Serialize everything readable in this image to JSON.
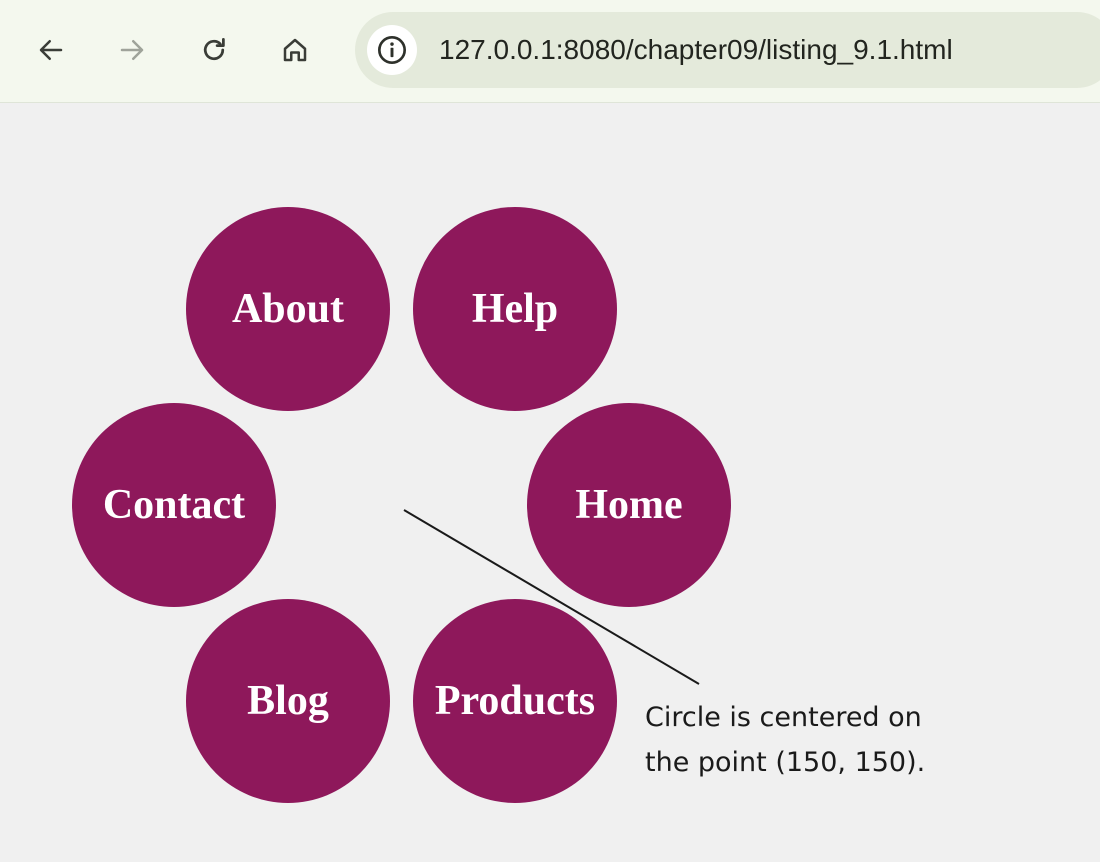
{
  "browser": {
    "url": "127.0.0.1:8080/chapter09/listing_9.1.html",
    "icons": {
      "back": "back-arrow-icon",
      "forward": "forward-arrow-icon",
      "reload": "reload-icon",
      "home": "home-icon",
      "site_info": "info-icon"
    }
  },
  "menu": {
    "color": "#8e185b",
    "items": [
      {
        "label": "About"
      },
      {
        "label": "Help"
      },
      {
        "label": "Contact"
      },
      {
        "label": "Home"
      },
      {
        "label": "Blog"
      },
      {
        "label": "Products"
      }
    ]
  },
  "callout": {
    "line1": "Circle is centered on",
    "line2": "the point (150, 150)."
  }
}
